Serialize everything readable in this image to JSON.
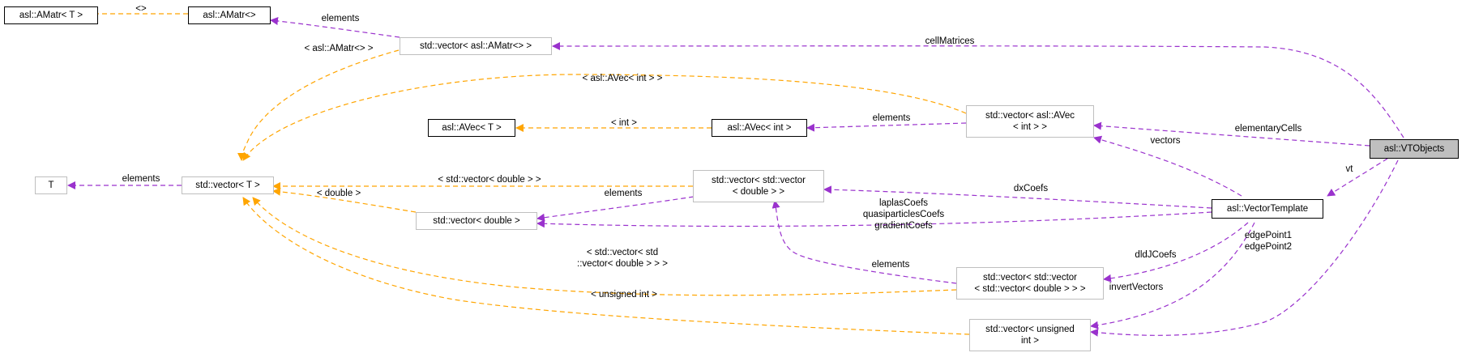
{
  "colors": {
    "member_edge": "#9a32cd",
    "template_edge": "#ffa500",
    "focus_fill": "#bfbfbf",
    "grey_border": "#bfbfbf"
  },
  "nodes": {
    "amatr_t": "asl::AMatr< T >",
    "amatr": "asl::AMatr<>",
    "vec_amatr": "std::vector< asl::AMatr<> >",
    "vec_avec_int": "std::vector< asl::AVec\n< int > >",
    "avec_t": "asl::AVec< T >",
    "avec_int": "asl::AVec< int >",
    "t": "T",
    "vec_t": "std::vector< T >",
    "vec_vec_double": "std::vector< std::vector\n< double > >",
    "vec_double": "std::vector< double >",
    "vec_vec_vec_double": "std::vector< std::vector\n< std::vector< double > > >",
    "vec_unsigned": "std::vector< unsigned\nint >",
    "vtobjects": "asl::VTObjects",
    "vector_template": "asl::VectorTemplate"
  },
  "edge_labels": {
    "amatr_tmpl": "<>",
    "amatr_elements": "elements",
    "vec_amatr_tmpl": "< asl::AMatr<> >",
    "cell_matrices": "cellMatrices",
    "avec_int_tmpl": "< asl::AVec< int > >",
    "avec_int_param": "< int >",
    "avec_elements": "elements",
    "elementary_cells": "elementaryCells",
    "vectors": "vectors",
    "vt": "vt",
    "t_elements": "elements",
    "vec_double_tmpl2": "< std::vector< double > >",
    "vec_double_elements": "elements",
    "double_tmpl": "< double >",
    "dx_coefs": "dxCoefs",
    "laplas": "laplasCoefs",
    "quasi": "quasiparticlesCoefs",
    "gradient": "gradientCoefs",
    "vec3_tmpl_1": "< std::vector< std",
    "vec3_tmpl_2": "::vector< double > > >",
    "vec3_elements": "elements",
    "dldj": "dldJCoefs",
    "edge_point1": "edgePoint1",
    "edge_point2": "edgePoint2",
    "unsigned_tmpl": "< unsigned int >",
    "invert": "invertVectors"
  }
}
